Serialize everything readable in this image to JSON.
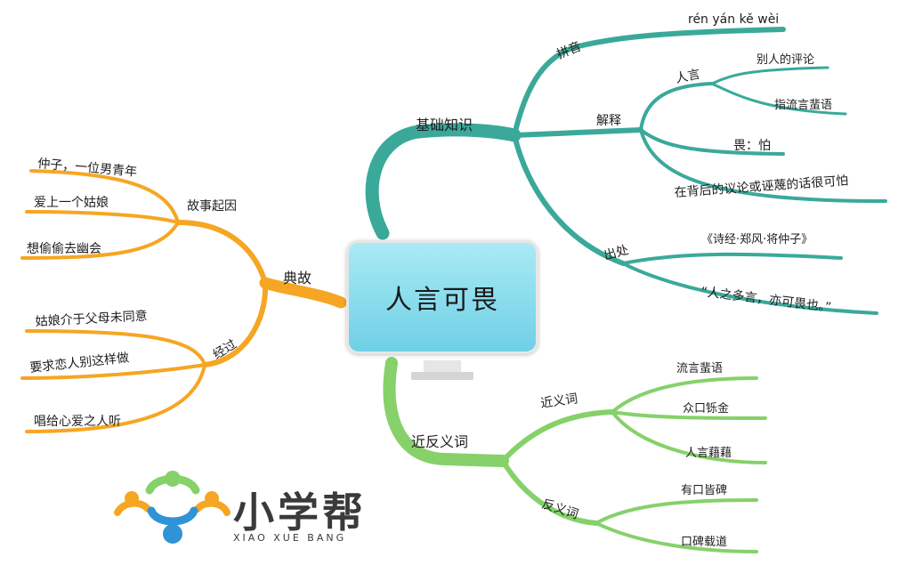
{
  "center": {
    "title": "人言可畏"
  },
  "branches": {
    "basics": {
      "label": "基础知识",
      "pinyin": {
        "label": "拼音",
        "value": "rén yán kě wèi"
      },
      "explain": {
        "label": "解释",
        "renyan": {
          "label": "人言",
          "items": [
            "别人的评论",
            "指流言蜚语"
          ]
        },
        "wei": "畏：怕",
        "meaning": "在背后的议论或诬蔑的话很可怕"
      },
      "source": {
        "label": "出处",
        "items": [
          "《诗经·郑风·将仲子》",
          "“人之多言，亦可畏也。”"
        ]
      }
    },
    "story": {
      "label": "典故",
      "cause": {
        "label": "故事起因",
        "items": [
          "仲子，一位男青年",
          "爱上一个姑娘",
          "想偷偷去幽会"
        ]
      },
      "process": {
        "label": "经过",
        "items": [
          "姑娘介于父母未同意",
          "要求恋人别这样做",
          "唱给心爱之人听"
        ]
      }
    },
    "words": {
      "label": "近反义词",
      "synonyms": {
        "label": "近义词",
        "items": [
          "流言蜚语",
          "众口铄金",
          "人言藉藉"
        ]
      },
      "antonyms": {
        "label": "反义词",
        "items": [
          "有口皆碑",
          "口碑载道"
        ]
      }
    }
  },
  "logo": {
    "name": "小学帮",
    "sub": "XIAO XUE BANG"
  },
  "colors": {
    "teal": "#3aa99a",
    "orange": "#f6a623",
    "green": "#86d16a",
    "screen": "#7fd8ea"
  }
}
